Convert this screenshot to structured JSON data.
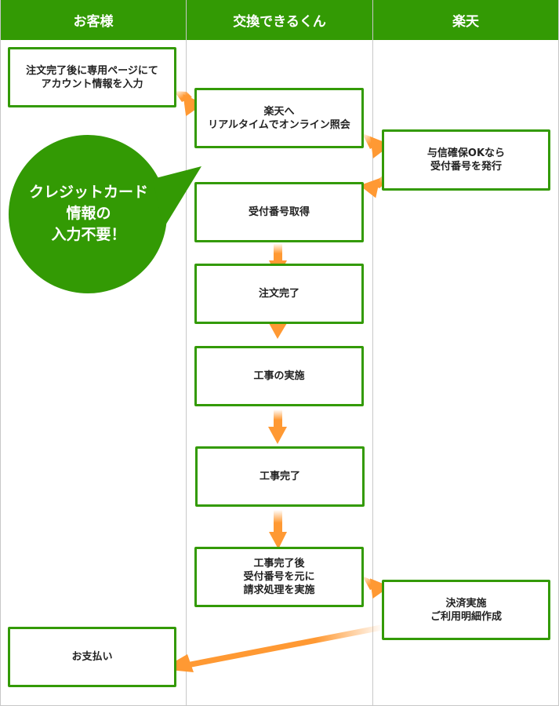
{
  "lanes": [
    {
      "label": "お客様"
    },
    {
      "label": "交換できるくん"
    },
    {
      "label": "楽天"
    }
  ],
  "colors": {
    "header_bg": "#339a04",
    "box_border": "#339a04",
    "arrow": "#ff9933",
    "bubble": "#339a04",
    "divider": "#c8c8c8"
  },
  "steps": {
    "customer_input": "注文完了後に専用ページにて\nアカウント情報を入力",
    "online_inquiry": "楽天へ\nリアルタイムでオンライン照会",
    "credit_check": "与信確保OKなら\n受付番号を発行",
    "receive_number": "受付番号取得",
    "order_complete": "注文完了",
    "construction": "工事の実施",
    "construction_done": "工事完了",
    "billing": "工事完了後\n受付番号を元に\n請求処理を実施",
    "settlement": "決済実施\nご利用明細作成",
    "payment": "お支払い"
  },
  "callout": {
    "text": "クレジットカード\n情報の\n入力不要！"
  }
}
